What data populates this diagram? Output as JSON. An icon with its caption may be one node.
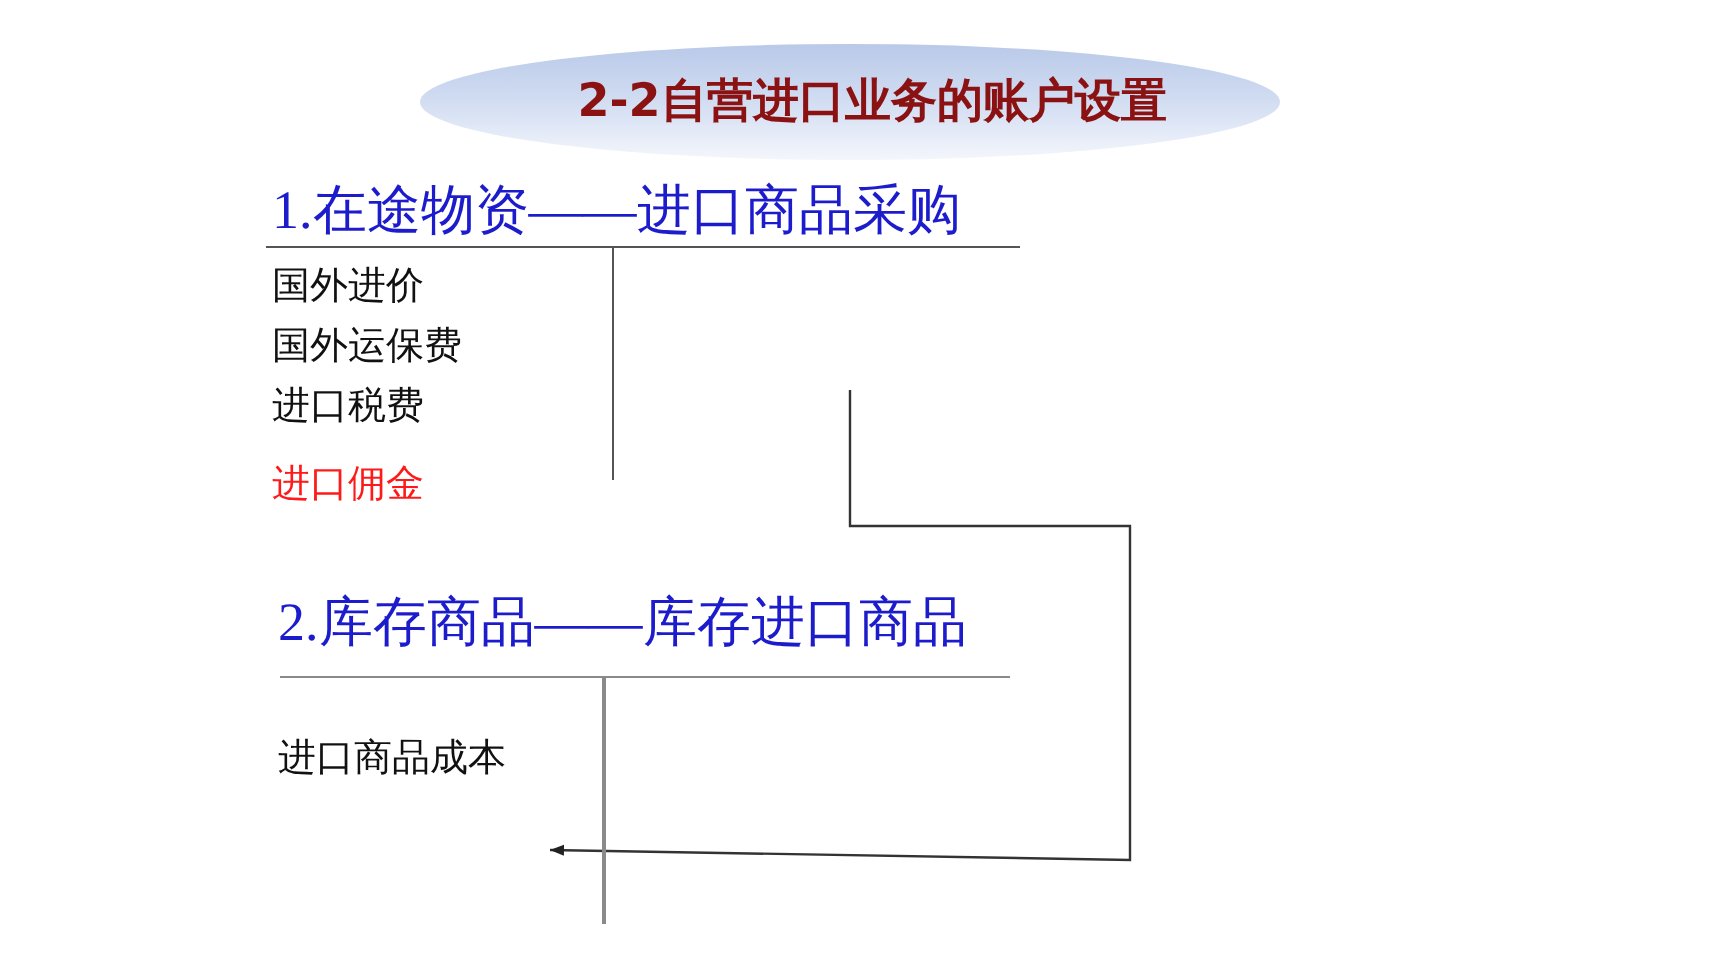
{
  "diagram": {
    "title": "2-2自营进口业务的账户设置",
    "nodes": [
      {
        "text": [
          "1.在途物资——进口商品采购",
          "国外进价",
          "国外运保费",
          "进口税费",
          "进口佣金"
        ]
      },
      {
        "text": [
          "2.库存商品——库存进口商品",
          "进口商品成本"
        ]
      }
    ],
    "edges": [
      {
        "from": 0,
        "to": 1,
        "arrow": "to"
      }
    ]
  }
}
